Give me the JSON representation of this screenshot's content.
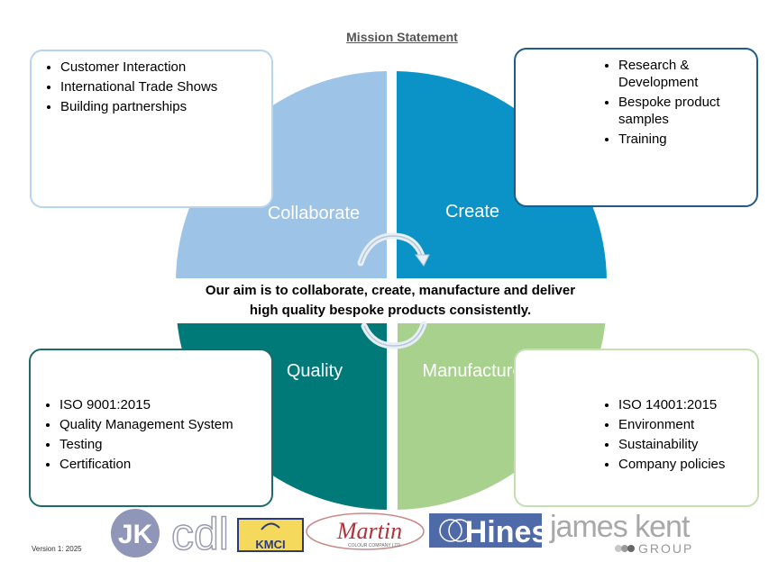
{
  "title": "Mission Statement",
  "quadrants": {
    "collaborate": {
      "label": "Collaborate",
      "color": "#9dc3e6",
      "items": [
        "Customer Interaction",
        "International Trade Shows",
        "Building partnerships"
      ]
    },
    "create": {
      "label": "Create",
      "color": "#0b93c7",
      "items": [
        "Research & Development",
        "Bespoke product samples",
        "Training"
      ]
    },
    "quality": {
      "label": "Quality",
      "color": "#007a78",
      "items": [
        "ISO 9001:2015",
        "Quality Management System",
        "Testing",
        "Certification"
      ]
    },
    "manufacture": {
      "label": "Manufacture",
      "color": "#a8d18d",
      "items": [
        "ISO 14001:2015",
        "Environment",
        "Sustainability",
        "Company policies"
      ]
    }
  },
  "aim": {
    "line1": "Our aim is to collaborate, create, manufacture and deliver",
    "line2": "high quality bespoke products consistently."
  },
  "version": "Version 1: 2025",
  "logos": {
    "jk": "JK",
    "cdl": "cdl",
    "kmci": "KMCI",
    "martin": "Martin",
    "martin_sub": "COLOUR COMPANY LTD",
    "hines": "Hines",
    "jameskent": "james kent",
    "group": "GROUP"
  }
}
